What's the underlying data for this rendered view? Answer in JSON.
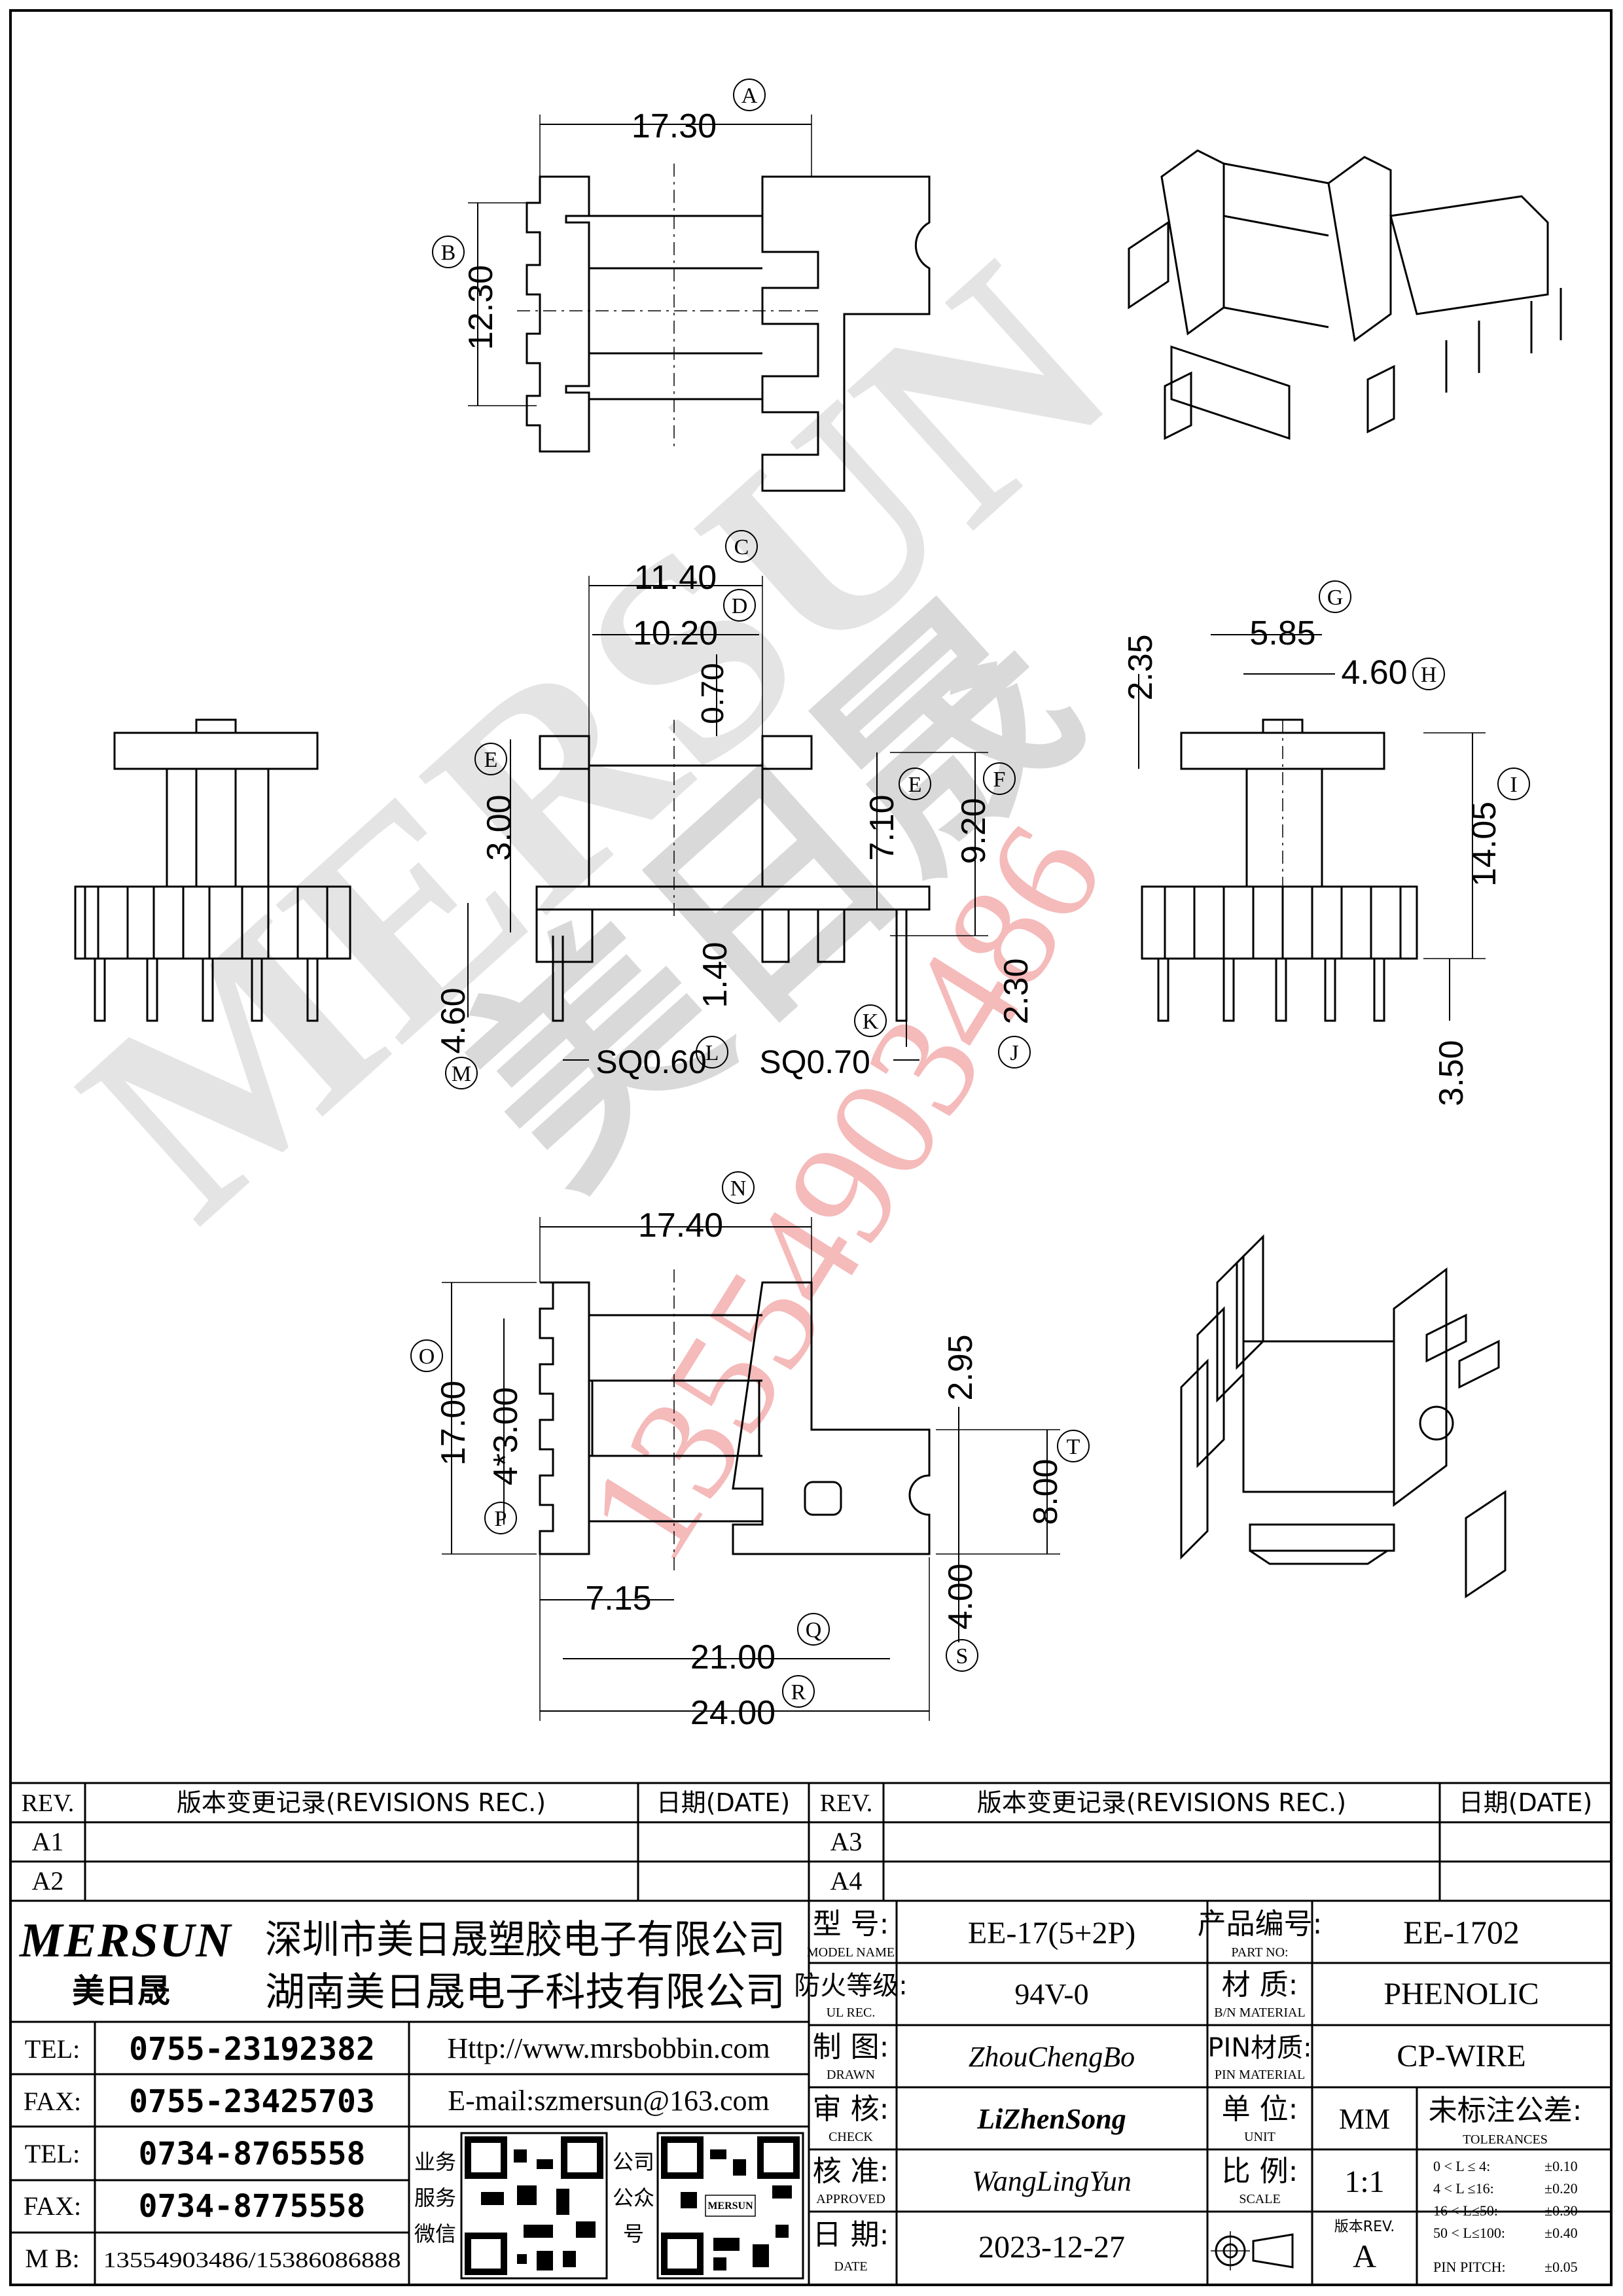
{
  "dimensions": {
    "top_width": "17.30",
    "top_height": "12.30",
    "front_w_outer": "11.40",
    "front_w_inner": "10.20",
    "front_flange": "0.70",
    "front_e": "3.00",
    "front_f1": "7.10",
    "front_f2": "9.20",
    "front_base": "1.40",
    "front_pin_len": "4.60",
    "front_pin_off": "2.30",
    "sq_l": "SQ0.60",
    "sq_k": "SQ0.70",
    "side_g": "5.85",
    "side_h": "4.60",
    "side_top": "2.35",
    "side_total": "14.05",
    "side_pin": "3.50",
    "bottom_width": "17.40",
    "bottom_height": "17.00",
    "bottom_pitch": "4*3.00",
    "bottom_715": "7.15",
    "bottom_2100": "21.00",
    "bottom_2400": "24.00",
    "bottom_295": "2.95",
    "bottom_800": "8.00",
    "bottom_400": "4.00"
  },
  "markers": [
    "A",
    "B",
    "C",
    "D",
    "E",
    "E",
    "F",
    "G",
    "H",
    "I",
    "J",
    "K",
    "L",
    "M",
    "N",
    "O",
    "P",
    "Q",
    "R",
    "S",
    "T"
  ],
  "watermark": {
    "brand": "MERSUN",
    "chinese": "美日晟",
    "phone": "13554903486"
  },
  "revisions": {
    "rev_header": "REV.",
    "rec_header": "版本变更记录(REVISIONS REC.)",
    "date_header": "日期(DATE)",
    "left_rows": [
      "A1",
      "A2"
    ],
    "right_rows": [
      "A3",
      "A4"
    ]
  },
  "company": {
    "logo_text": "MERSUN",
    "logo_cn": "美日晟",
    "name1": "深圳市美日晟塑胶电子有限公司",
    "name2": "湖南美日晟电子科技有限公司",
    "tel_label": "TEL:",
    "fax_label": "FAX:",
    "mb_label": "M B:",
    "tel1": "0755-23192382",
    "fax1": "0755-23425703",
    "tel2": "0734-8765558",
    "fax2": "0734-8775558",
    "mobile": "13554903486/15386086888",
    "website": "Http://www.mrsbobbin.com",
    "email": "E-mail:szmersun@163.com",
    "qr_left_label": "业务服务微信",
    "qr_right_label": "公司公众号",
    "qr_right_brand": "MERSUN"
  },
  "info": {
    "model_label": "型 号:",
    "model_en": "MODEL NAME",
    "model": "EE-17(5+2P)",
    "part_label": "产品编号:",
    "part_en": "PART NO:",
    "part": "EE-1702",
    "fire_label": "防火等级:",
    "fire_en": "UL REC.",
    "fire": "94V-0",
    "material_label": "材 质:",
    "material_en": "B/N MATERIAL",
    "material": "PHENOLIC",
    "drawn_label": "制 图:",
    "drawn_en": "DRAWN",
    "drawn": "ZhouChengBo",
    "pin_label": "PIN材质:",
    "pin_en": "PIN MATERIAL",
    "pin": "CP-WIRE",
    "check_label": "审 核:",
    "check_en": "CHECK",
    "check": "LiZhenSong",
    "unit_label": "单 位:",
    "unit_en": "UNIT",
    "unit": "MM",
    "approved_label": "核 准:",
    "approved_en": "APPROVED",
    "approved": "WangLingYun",
    "scale_label": "比 例:",
    "scale_en": "SCALE",
    "scale": "1:1",
    "date_label": "日 期:",
    "date_en": "DATE",
    "date": "2023-12-27",
    "version_label": "版本REV.",
    "version": "A",
    "tol_label": "未标注公差:",
    "tol_en": "TOLERANCES",
    "tolerances": [
      {
        "range": "0 < L ≤  4:",
        "value": "±0.10"
      },
      {
        "range": "4 < L ≤16:",
        "value": "±0.20"
      },
      {
        "range": "16 < L≤50:",
        "value": "±0.30"
      },
      {
        "range": "50 < L≤100:",
        "value": "±0.40"
      },
      {
        "range": "PIN PITCH:",
        "value": "±0.05"
      }
    ]
  }
}
